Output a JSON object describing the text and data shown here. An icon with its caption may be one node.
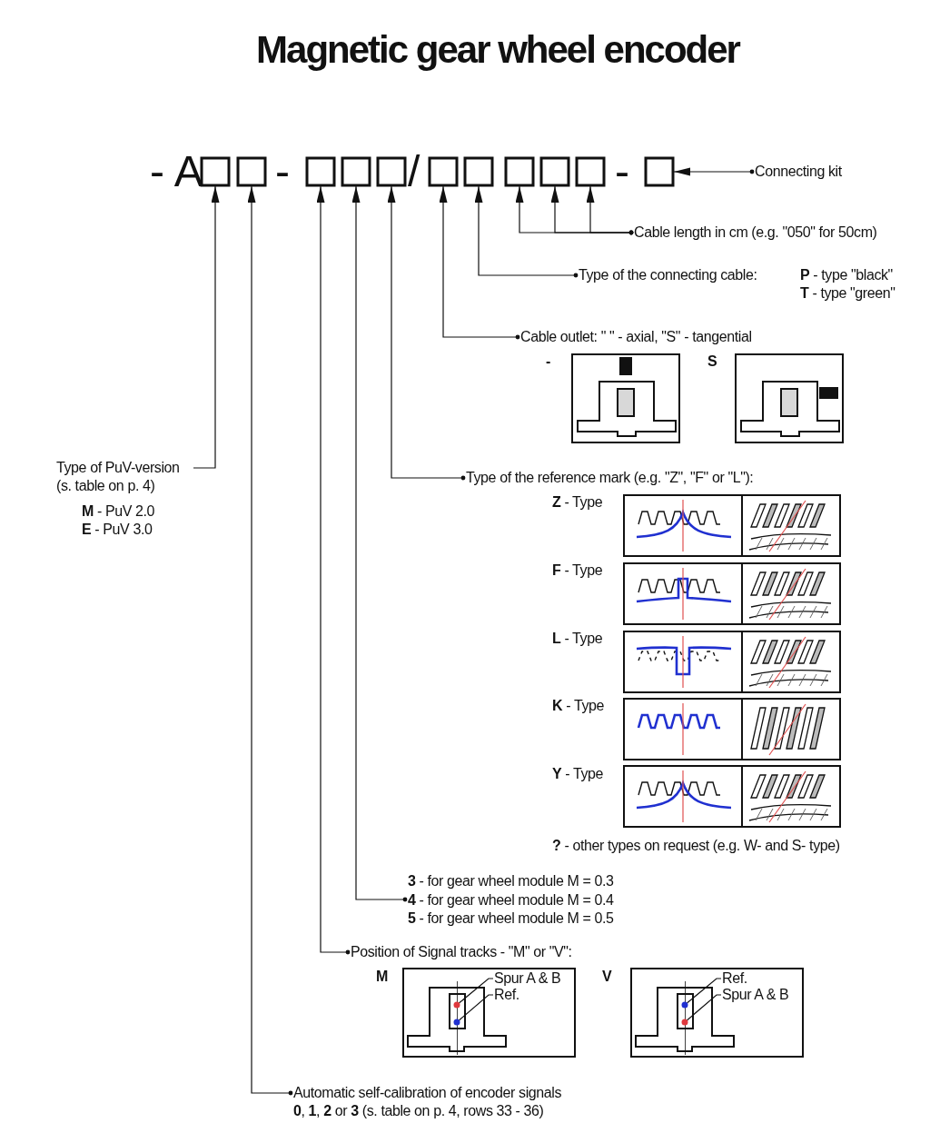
{
  "diagram": {
    "title": "Magnetic gear wheel encoder",
    "nodes": [
      {
        "text": [],
        "shape": "box"
      },
      {
        "text": [],
        "shape": "box"
      },
      {
        "text": [],
        "shape": "box"
      },
      {
        "text": [],
        "shape": "box"
      },
      {
        "text": [],
        "shape": "box"
      },
      {
        "text": [],
        "shape": "box"
      },
      {
        "text": [],
        "shape": "box"
      },
      {
        "text": [],
        "shape": "box"
      },
      {
        "text": [],
        "shape": "box"
      },
      {
        "text": [],
        "shape": "box"
      },
      {
        "text": [],
        "shape": "box"
      },
      {
        "text": [
          "Connecting kit"
        ]
      },
      {
        "text": [
          "Cable length in cm (e.g. \"050\" for 50cm)"
        ]
      },
      {
        "text": [
          "Type of the connecting cable:",
          "**P** - type \"black\"",
          "**T** - type \"green\""
        ]
      },
      {
        "text": [
          "Cable outlet: \" \" - axial, \"S\" - tangential"
        ]
      },
      {
        "text": [
          "Type of PuV-version (s. table on p. 4)",
          "**M** - PuV 2.0",
          "**E** - PuV 3.0"
        ]
      },
      {
        "text": [
          "Type of the reference mark (e.g. \"Z\", \"F\" or \"L\"):"
        ]
      },
      {
        "text": [
          "**3** - for gear wheel module M = 0.3",
          "**4** - for gear wheel module M = 0.4",
          "**5** - for gear wheel module M = 0.5"
        ]
      },
      {
        "text": [
          "Position of Signal tracks - \"M\" or \"V\":"
        ]
      },
      {
        "text": [
          "Spur A & B"
        ]
      },
      {
        "text": [
          "Ref."
        ]
      },
      {
        "text": [
          "Ref."
        ]
      },
      {
        "text": [
          "Spur A & B"
        ]
      },
      {
        "text": [],
        "shape": "circle"
      },
      {
        "text": [],
        "shape": "circle"
      },
      {
        "text": [],
        "shape": "circle"
      },
      {
        "text": [],
        "shape": "circle"
      },
      {
        "text": [
          "Automatic self-calibration of encoder signals",
          "**0**, **1**, **2** or **3** (s. table on p. 4, rows 33 - 36)"
        ]
      }
    ],
    "edges": [
      {
        "from": 11,
        "to": 10,
        "arrow": "to"
      },
      {
        "from": 12,
        "to": 7,
        "arrow": "to"
      },
      {
        "from": 12,
        "to": 8,
        "arrow": "to"
      },
      {
        "from": 12,
        "to": 9,
        "arrow": "to"
      },
      {
        "from": 13,
        "to": 6,
        "arrow": "to"
      },
      {
        "from": 14,
        "to": 5,
        "arrow": "to"
      },
      {
        "from": 15,
        "to": 0,
        "arrow": "to"
      },
      {
        "from": 16,
        "to": 4,
        "arrow": "to"
      },
      {
        "from": 17,
        "to": 3,
        "arrow": "to"
      },
      {
        "from": 18,
        "to": 2,
        "arrow": "to"
      },
      {
        "from": 19,
        "to": 23,
        "arrow": "none"
      },
      {
        "from": 20,
        "to": 24,
        "arrow": "none"
      },
      {
        "from": 21,
        "to": 25,
        "arrow": "none"
      },
      {
        "from": 22,
        "to": 26,
        "arrow": "none"
      },
      {
        "from": 27,
        "to": 1,
        "arrow": "to"
      }
    ],
    "labels": [
      "- A",
      "-",
      "/",
      "-",
      "-",
      "S",
      "**Z** - Type",
      "**F** - Type",
      "**L** - Type",
      "**K** - Type",
      "**Y** - Type",
      "**?** - other types on request (e.g. W- and S- type)",
      "M",
      "V"
    ]
  }
}
